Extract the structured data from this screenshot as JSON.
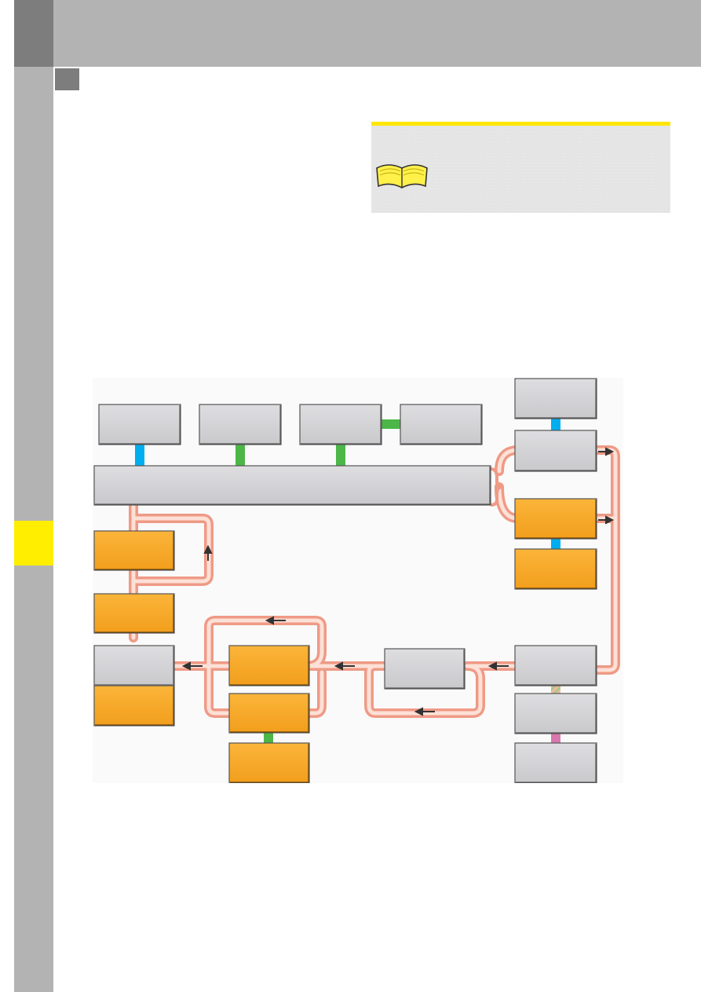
{
  "colors": {
    "header_gray": "#b3b3b3",
    "header_dark_gray": "#7d7d7d",
    "chapter_marker": "#ffee00",
    "note_accent": "#ffe600",
    "component_gray": "#d3d3d6",
    "component_orange": "#f9a92a",
    "flow_pipe": "#f5b7a6",
    "link_blue": "#00aeef",
    "link_green": "#4cb648",
    "link_pink": "#d978ae",
    "arrow": "#333333"
  },
  "note": {
    "icon": "open-book-icon",
    "text": ""
  },
  "diagram": {
    "components": [
      {
        "id": "top-box-1",
        "kind": "gray",
        "label": ""
      },
      {
        "id": "top-box-2",
        "kind": "gray",
        "label": ""
      },
      {
        "id": "top-box-3",
        "kind": "gray",
        "label": ""
      },
      {
        "id": "top-box-4",
        "kind": "gray",
        "label": ""
      },
      {
        "id": "main-bus",
        "kind": "gray",
        "label": ""
      },
      {
        "id": "right-top-box",
        "kind": "gray",
        "label": ""
      },
      {
        "id": "right-box-2",
        "kind": "gray",
        "label": ""
      },
      {
        "id": "right-orange-1",
        "kind": "orange",
        "label": ""
      },
      {
        "id": "right-orange-2",
        "kind": "orange",
        "label": ""
      },
      {
        "id": "left-orange-1",
        "kind": "orange",
        "label": ""
      },
      {
        "id": "left-orange-2",
        "kind": "orange",
        "label": ""
      },
      {
        "id": "left-gray-bottom",
        "kind": "gray",
        "label": ""
      },
      {
        "id": "left-orange-bottom",
        "kind": "orange",
        "label": ""
      },
      {
        "id": "mid-orange-1",
        "kind": "orange",
        "label": ""
      },
      {
        "id": "mid-orange-2",
        "kind": "orange",
        "label": ""
      },
      {
        "id": "mid-orange-3",
        "kind": "orange",
        "label": ""
      },
      {
        "id": "mid-gray-box",
        "kind": "gray",
        "label": ""
      },
      {
        "id": "right-gray-mid",
        "kind": "gray",
        "label": ""
      },
      {
        "id": "right-gray-low",
        "kind": "gray",
        "label": ""
      },
      {
        "id": "right-gray-bottom",
        "kind": "gray",
        "label": ""
      }
    ],
    "links": [
      {
        "from": "top-box-1",
        "to": "main-bus",
        "color": "blue"
      },
      {
        "from": "top-box-2",
        "to": "main-bus",
        "color": "green"
      },
      {
        "from": "top-box-3",
        "to": "main-bus",
        "color": "green"
      },
      {
        "from": "top-box-3",
        "to": "top-box-4",
        "color": "green"
      },
      {
        "from": "right-top-box",
        "to": "right-box-2",
        "color": "blue"
      },
      {
        "from": "right-orange-1",
        "to": "right-orange-2",
        "color": "blue"
      },
      {
        "from": "mid-orange-2",
        "to": "mid-orange-3",
        "color": "green"
      },
      {
        "from": "right-gray-mid",
        "to": "right-gray-low",
        "color": "striped"
      },
      {
        "from": "right-gray-low",
        "to": "right-gray-bottom",
        "color": "pink"
      }
    ]
  }
}
